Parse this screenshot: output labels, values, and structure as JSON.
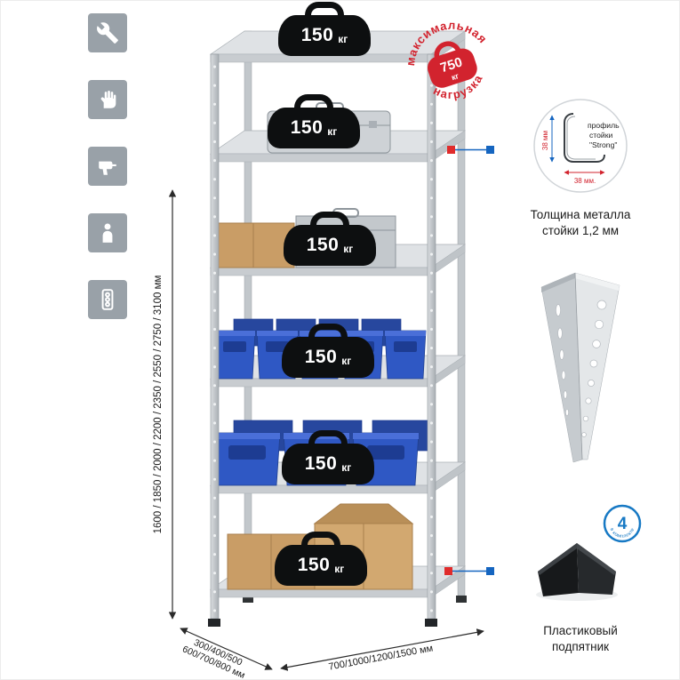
{
  "page": {
    "background": "#ffffff",
    "accent_red": "#d2232e",
    "accent_blue": "#1565c0"
  },
  "sidebar": {
    "icons": [
      {
        "name": "wrench-icon"
      },
      {
        "name": "gloves-icon"
      },
      {
        "name": "drill-icon"
      },
      {
        "name": "assembly-person-icon"
      },
      {
        "name": "level-icon"
      }
    ]
  },
  "stamp": {
    "arc_top": "максимальная",
    "arc_bottom": "нагрузка",
    "weight": "750",
    "weight_unit": "кг"
  },
  "shelf_badges": [
    {
      "value": "150",
      "unit": "кг"
    },
    {
      "value": "150",
      "unit": "кг"
    },
    {
      "value": "150",
      "unit": "кг"
    },
    {
      "value": "150",
      "unit": "кг"
    },
    {
      "value": "150",
      "unit": "кг"
    },
    {
      "value": "150",
      "unit": "кг"
    }
  ],
  "dimensions": {
    "height": "1600 / 1850 / 2000 / 2200 / 2350 / 2550 / 2750 / 3100 мм",
    "depth_line1": "300/400/500",
    "depth_line2": "600/700/800 мм",
    "width": "700/1000/1200/1500 мм"
  },
  "profile_callout": {
    "label_line1": "профиль",
    "label_line2": "стойки",
    "label_line3": "\"Strong\"",
    "dim_vertical": "38 мм",
    "dim_horizontal": "38 мм.",
    "caption_line1": "Толщина металла",
    "caption_line2": "стойки 1,2 мм"
  },
  "foot_callout": {
    "badge_number": "4",
    "badge_text": "в комплекте",
    "caption_line1": "Пластиковый",
    "caption_line2": "подпятник"
  }
}
